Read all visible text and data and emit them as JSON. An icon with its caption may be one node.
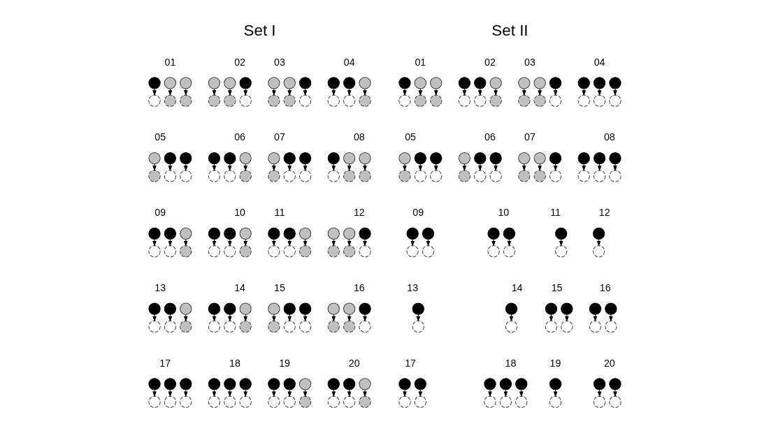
{
  "diagram": {
    "nodes": [
      {
        "text": [],
        "shape": "circle"
      },
      {
        "text": [],
        "shape": "circle"
      },
      {
        "text": [],
        "shape": "circle"
      },
      {
        "text": [],
        "shape": "circle"
      },
      {
        "text": [],
        "shape": "circle"
      },
      {
        "text": [],
        "shape": "circle"
      },
      {
        "text": [],
        "shape": "circle"
      },
      {
        "text": [],
        "shape": "circle"
      },
      {
        "text": [],
        "shape": "circle"
      },
      {
        "text": [],
        "shape": "circle"
      },
      {
        "text": [],
        "shape": "circle"
      },
      {
        "text": [],
        "shape": "circle"
      },
      {
        "text": [],
        "shape": "circle"
      },
      {
        "text": [],
        "shape": "circle"
      },
      {
        "text": [],
        "shape": "circle"
      },
      {
        "text": [],
        "shape": "circle"
      },
      {
        "text": [],
        "shape": "circle"
      },
      {
        "text": [],
        "shape": "circle"
      },
      {
        "text": [],
        "shape": "circle"
      },
      {
        "text": [],
        "shape": "circle"
      },
      {
        "text": [],
        "shape": "circle"
      },
      {
        "text": [],
        "shape": "circle"
      },
      {
        "text": [],
        "shape": "circle"
      },
      {
        "text": [],
        "shape": "circle"
      },
      {
        "text": [],
        "shape": "circle"
      },
      {
        "text": [],
        "shape": "circle"
      },
      {
        "text": [],
        "shape": "circle"
      },
      {
        "text": [],
        "shape": "circle"
      },
      {
        "text": [],
        "shape": "circle"
      },
      {
        "text": [],
        "shape": "circle"
      },
      {
        "text": [],
        "shape": "circle"
      },
      {
        "text": [],
        "shape": "circle"
      },
      {
        "text": [],
        "shape": "circle"
      },
      {
        "text": [],
        "shape": "circle"
      },
      {
        "text": [],
        "shape": "circle"
      },
      {
        "text": [],
        "shape": "circle"
      },
      {
        "text": [],
        "shape": "circle"
      },
      {
        "text": [],
        "shape": "circle"
      },
      {
        "text": [],
        "shape": "circle"
      },
      {
        "text": [],
        "shape": "circle"
      },
      {
        "text": [],
        "shape": "circle"
      },
      {
        "text": [],
        "shape": "circle"
      },
      {
        "text": [],
        "shape": "circle"
      },
      {
        "text": [],
        "shape": "circle"
      },
      {
        "text": [],
        "shape": "circle"
      },
      {
        "text": [],
        "shape": "circle"
      },
      {
        "text": [],
        "shape": "circle"
      },
      {
        "text": [],
        "shape": "circle"
      },
      {
        "text": [],
        "shape": "circle"
      },
      {
        "text": [],
        "shape": "circle"
      },
      {
        "text": [],
        "shape": "circle"
      },
      {
        "text": [],
        "shape": "circle"
      },
      {
        "text": [],
        "shape": "circle"
      },
      {
        "text": [],
        "shape": "circle"
      },
      {
        "text": [],
        "shape": "circle"
      },
      {
        "text": [],
        "shape": "circle"
      },
      {
        "text": [],
        "shape": "circle"
      },
      {
        "text": [],
        "shape": "circle"
      },
      {
        "text": [],
        "shape": "circle"
      },
      {
        "text": [],
        "shape": "circle"
      },
      {
        "text": [],
        "shape": "circle"
      },
      {
        "text": [],
        "shape": "circle"
      },
      {
        "text": [],
        "shape": "circle"
      },
      {
        "text": [],
        "shape": "circle"
      },
      {
        "text": [],
        "shape": "circle"
      },
      {
        "text": [],
        "shape": "circle"
      },
      {
        "text": [],
        "shape": "circle"
      },
      {
        "text": [],
        "shape": "circle"
      },
      {
        "text": [],
        "shape": "circle"
      },
      {
        "text": [],
        "shape": "circle"
      },
      {
        "text": [],
        "shape": "circle"
      },
      {
        "text": [],
        "shape": "circle"
      },
      {
        "text": [],
        "shape": "circle"
      },
      {
        "text": [],
        "shape": "circle"
      },
      {
        "text": [],
        "shape": "circle"
      },
      {
        "text": [],
        "shape": "circle"
      },
      {
        "text": [],
        "shape": "circle"
      },
      {
        "text": [],
        "shape": "circle"
      },
      {
        "text": [],
        "shape": "circle"
      },
      {
        "text": [],
        "shape": "circle"
      },
      {
        "text": [],
        "shape": "circle"
      },
      {
        "text": [],
        "shape": "circle"
      },
      {
        "text": [],
        "shape": "circle"
      },
      {
        "text": [],
        "shape": "circle"
      },
      {
        "text": [],
        "shape": "circle"
      },
      {
        "text": [],
        "shape": "circle"
      },
      {
        "text": [],
        "shape": "circle"
      },
      {
        "text": [],
        "shape": "circle"
      },
      {
        "text": [],
        "shape": "circle"
      },
      {
        "text": [],
        "shape": "circle"
      },
      {
        "text": [],
        "shape": "circle"
      },
      {
        "text": [],
        "shape": "circle"
      },
      {
        "text": [],
        "shape": "circle"
      },
      {
        "text": [],
        "shape": "circle"
      },
      {
        "text": [],
        "shape": "circle"
      },
      {
        "text": [],
        "shape": "circle"
      },
      {
        "text": [],
        "shape": "circle"
      },
      {
        "text": [],
        "shape": "circle"
      },
      {
        "text": [],
        "shape": "circle"
      },
      {
        "text": [],
        "shape": "circle"
      },
      {
        "text": [],
        "shape": "circle"
      },
      {
        "text": [],
        "shape": "circle"
      },
      {
        "text": [],
        "shape": "circle"
      },
      {
        "text": [],
        "shape": "circle"
      },
      {
        "text": [],
        "shape": "circle"
      },
      {
        "text": [],
        "shape": "circle"
      },
      {
        "text": [],
        "shape": "circle"
      },
      {
        "text": [],
        "shape": "circle"
      },
      {
        "text": [],
        "shape": "circle"
      },
      {
        "text": [],
        "shape": "circle"
      },
      {
        "text": [],
        "shape": "circle"
      },
      {
        "text": [],
        "shape": "circle"
      },
      {
        "text": [],
        "shape": "circle"
      },
      {
        "text": [],
        "shape": "circle"
      },
      {
        "text": [],
        "shape": "circle"
      },
      {
        "text": [],
        "shape": "circle"
      },
      {
        "text": [],
        "shape": "circle"
      },
      {
        "text": [],
        "shape": "circle"
      },
      {
        "text": [],
        "shape": "circle"
      },
      {
        "text": [],
        "shape": "circle"
      },
      {
        "text": [],
        "shape": "circle"
      },
      {
        "text": [],
        "shape": "circle"
      },
      {
        "text": [],
        "shape": "circle"
      },
      {
        "text": [],
        "shape": "circle"
      },
      {
        "text": [],
        "shape": "circle"
      },
      {
        "text": [],
        "shape": "circle"
      },
      {
        "text": [],
        "shape": "circle"
      },
      {
        "text": [],
        "shape": "circle"
      },
      {
        "text": [],
        "shape": "circle"
      },
      {
        "text": [],
        "shape": "circle"
      },
      {
        "text": [],
        "shape": "circle"
      },
      {
        "text": [],
        "shape": "circle"
      },
      {
        "text": [],
        "shape": "circle"
      },
      {
        "text": [],
        "shape": "circle"
      },
      {
        "text": [],
        "shape": "circle"
      },
      {
        "text": [],
        "shape": "circle"
      },
      {
        "text": [],
        "shape": "circle"
      },
      {
        "text": [],
        "shape": "circle"
      },
      {
        "text": [],
        "shape": "circle"
      },
      {
        "text": [],
        "shape": "circle"
      },
      {
        "text": [],
        "shape": "circle"
      },
      {
        "text": [],
        "shape": "circle"
      },
      {
        "text": [],
        "shape": "circle"
      },
      {
        "text": [],
        "shape": "circle"
      },
      {
        "text": [],
        "shape": "circle"
      },
      {
        "text": [],
        "shape": "circle"
      },
      {
        "text": [],
        "shape": "circle"
      },
      {
        "text": [],
        "shape": "circle"
      },
      {
        "text": [],
        "shape": "circle"
      },
      {
        "text": [],
        "shape": "circle"
      },
      {
        "text": [],
        "shape": "circle"
      },
      {
        "text": [],
        "shape": "circle"
      },
      {
        "text": [],
        "shape": "circle"
      },
      {
        "text": [],
        "shape": "circle"
      },
      {
        "text": [],
        "shape": "circle"
      },
      {
        "text": [],
        "shape": "circle"
      },
      {
        "text": [],
        "shape": "circle"
      },
      {
        "text": [],
        "shape": "circle"
      },
      {
        "text": [],
        "shape": "circle"
      },
      {
        "text": [],
        "shape": "circle"
      },
      {
        "text": [],
        "shape": "circle"
      },
      {
        "text": [],
        "shape": "circle"
      },
      {
        "text": [],
        "shape": "circle"
      },
      {
        "text": [],
        "shape": "circle"
      },
      {
        "text": [],
        "shape": "circle"
      },
      {
        "text": [],
        "shape": "circle"
      },
      {
        "text": [],
        "shape": "circle"
      },
      {
        "text": [],
        "shape": "circle"
      },
      {
        "text": [],
        "shape": "circle"
      },
      {
        "text": [],
        "shape": "circle"
      },
      {
        "text": [],
        "shape": "circle"
      },
      {
        "text": [],
        "shape": "circle"
      },
      {
        "text": [],
        "shape": "circle"
      },
      {
        "text": [],
        "shape": "circle"
      },
      {
        "text": [],
        "shape": "circle"
      },
      {
        "text": [],
        "shape": "circle"
      },
      {
        "text": [],
        "shape": "circle"
      },
      {
        "text": [],
        "shape": "circle"
      },
      {
        "text": [],
        "shape": "circle"
      },
      {
        "text": [],
        "shape": "circle"
      },
      {
        "text": [],
        "shape": "circle"
      },
      {
        "text": [],
        "shape": "circle"
      },
      {
        "text": [],
        "shape": "circle"
      },
      {
        "text": [],
        "shape": "circle"
      },
      {
        "text": [],
        "shape": "circle"
      },
      {
        "text": [],
        "shape": "circle"
      },
      {
        "text": [],
        "shape": "circle"
      },
      {
        "text": [],
        "shape": "circle"
      },
      {
        "text": [],
        "shape": "circle"
      },
      {
        "text": [],
        "shape": "circle"
      },
      {
        "text": [],
        "shape": "circle"
      },
      {
        "text": [],
        "shape": "circle"
      },
      {
        "text": [],
        "shape": "circle"
      },
      {
        "text": [],
        "shape": "circle"
      },
      {
        "text": [],
        "shape": "circle"
      },
      {
        "text": [],
        "shape": "circle"
      },
      {
        "text": [],
        "shape": "circle"
      },
      {
        "text": [],
        "shape": "circle"
      },
      {
        "text": [],
        "shape": "circle"
      },
      {
        "text": [],
        "shape": "circle"
      },
      {
        "text": [],
        "shape": "circle"
      },
      {
        "text": [],
        "shape": "circle"
      },
      {
        "text": [],
        "shape": "circle"
      },
      {
        "text": [],
        "shape": "circle"
      },
      {
        "text": [],
        "shape": "circle"
      },
      {
        "text": [],
        "shape": "circle"
      },
      {
        "text": [],
        "shape": "circle"
      },
      {
        "text": [],
        "shape": "circle"
      }
    ],
    "edges": [
      {
        "from": 1,
        "to": 0,
        "arrow": "to"
      },
      {
        "from": 2,
        "to": 4,
        "arrow": "to"
      },
      {
        "from": 3,
        "to": 5,
        "arrow": "to"
      },
      {
        "from": 9,
        "to": 8,
        "arrow": "to"
      },
      {
        "from": 6,
        "to": 10,
        "arrow": "to"
      },
      {
        "from": 7,
        "to": 11,
        "arrow": "to"
      },
      {
        "from": 15,
        "to": 14,
        "arrow": "to"
      },
      {
        "from": 12,
        "to": 16,
        "arrow": "to"
      },
      {
        "from": 13,
        "to": 17,
        "arrow": "to"
      },
      {
        "from": 21,
        "to": 20,
        "arrow": "to"
      },
      {
        "from": 18,
        "to": 22,
        "arrow": "to"
      },
      {
        "from": 19,
        "to": 23,
        "arrow": "to"
      },
      {
        "from": 26,
        "to": 25,
        "arrow": "to"
      },
      {
        "from": 28,
        "to": 27,
        "arrow": "to"
      },
      {
        "from": 24,
        "to": 29,
        "arrow": "to"
      },
      {
        "from": 32,
        "to": 31,
        "arrow": "to"
      },
      {
        "from": 34,
        "to": 33,
        "arrow": "to"
      },
      {
        "from": 35,
        "to": 30,
        "arrow": "to"
      },
      {
        "from": 36,
        "to": 37,
        "arrow": "to"
      },
      {
        "from": 39,
        "to": 38,
        "arrow": "to"
      },
      {
        "from": 41,
        "to": 40,
        "arrow": "to"
      },
      {
        "from": 42,
        "to": 43,
        "arrow": "to"
      },
      {
        "from": 45,
        "to": 44,
        "arrow": "to"
      },
      {
        "from": 47,
        "to": 46,
        "arrow": "to"
      },
      {
        "from": 48,
        "to": 52,
        "arrow": "to"
      },
      {
        "from": 49,
        "to": 53,
        "arrow": "to"
      },
      {
        "from": 50,
        "to": 51,
        "arrow": "to"
      },
      {
        "from": 54,
        "to": 58,
        "arrow": "to"
      },
      {
        "from": 55,
        "to": 59,
        "arrow": "to"
      },
      {
        "from": 56,
        "to": 57,
        "arrow": "to"
      },
      {
        "from": 62,
        "to": 63,
        "arrow": "to"
      },
      {
        "from": 60,
        "to": 64,
        "arrow": "to"
      },
      {
        "from": 61,
        "to": 65,
        "arrow": "to"
      },
      {
        "from": 68,
        "to": 69,
        "arrow": "to"
      },
      {
        "from": 66,
        "to": 70,
        "arrow": "to"
      },
      {
        "from": 67,
        "to": 71,
        "arrow": "to"
      },
      {
        "from": 72,
        "to": 75,
        "arrow": "to"
      },
      {
        "from": 73,
        "to": 76,
        "arrow": "to"
      },
      {
        "from": 74,
        "to": 77,
        "arrow": "to"
      },
      {
        "from": 78,
        "to": 82,
        "arrow": "to"
      },
      {
        "from": 79,
        "to": 83,
        "arrow": "to"
      },
      {
        "from": 80,
        "to": 81,
        "arrow": "to"
      },
      {
        "from": 85,
        "to": 87,
        "arrow": "to"
      },
      {
        "from": 86,
        "to": 88,
        "arrow": "to"
      },
      {
        "from": 84,
        "to": 89,
        "arrow": "to"
      },
      {
        "from": 90,
        "to": 94,
        "arrow": "to"
      },
      {
        "from": 91,
        "to": 95,
        "arrow": "to"
      },
      {
        "from": 92,
        "to": 93,
        "arrow": "to"
      },
      {
        "from": 98,
        "to": 96,
        "arrow": "to"
      },
      {
        "from": 99,
        "to": 97,
        "arrow": "to"
      },
      {
        "from": 100,
        "to": 101,
        "arrow": "to"
      },
      {
        "from": 102,
        "to": 104,
        "arrow": "to"
      },
      {
        "from": 103,
        "to": 105,
        "arrow": "to"
      },
      {
        "from": 107,
        "to": 106,
        "arrow": "to"
      },
      {
        "from": 108,
        "to": 110,
        "arrow": "to"
      },
      {
        "from": 109,
        "to": 111,
        "arrow": "to"
      },
      {
        "from": 113,
        "to": 112,
        "arrow": "to"
      },
      {
        "from": 114,
        "to": 116,
        "arrow": "to"
      },
      {
        "from": 115,
        "to": 117,
        "arrow": "to"
      },
      {
        "from": 119,
        "to": 118,
        "arrow": "to"
      },
      {
        "from": 121,
        "to": 120,
        "arrow": "to"
      },
      {
        "from": 122,
        "to": 124,
        "arrow": "to"
      },
      {
        "from": 123,
        "to": 125,
        "arrow": "to"
      },
      {
        "from": 126,
        "to": 130,
        "arrow": "to"
      },
      {
        "from": 127,
        "to": 131,
        "arrow": "to"
      },
      {
        "from": 128,
        "to": 129,
        "arrow": "to"
      },
      {
        "from": 134,
        "to": 135,
        "arrow": "to"
      },
      {
        "from": 132,
        "to": 136,
        "arrow": "to"
      },
      {
        "from": 133,
        "to": 137,
        "arrow": "to"
      },
      {
        "from": 140,
        "to": 138,
        "arrow": "to"
      },
      {
        "from": 141,
        "to": 139,
        "arrow": "to"
      },
      {
        "from": 142,
        "to": 143,
        "arrow": "to"
      },
      {
        "from": 146,
        "to": 145,
        "arrow": "to"
      },
      {
        "from": 148,
        "to": 147,
        "arrow": "to"
      },
      {
        "from": 144,
        "to": 149,
        "arrow": "to"
      },
      {
        "from": 151,
        "to": 153,
        "arrow": "to"
      },
      {
        "from": 152,
        "to": 154,
        "arrow": "to"
      },
      {
        "from": 150,
        "to": 155,
        "arrow": "to"
      },
      {
        "from": 156,
        "to": 160,
        "arrow": "to"
      },
      {
        "from": 157,
        "to": 161,
        "arrow": "to"
      },
      {
        "from": 158,
        "to": 159,
        "arrow": "to"
      },
      {
        "from": 162,
        "to": 164,
        "arrow": "to"
      },
      {
        "from": 163,
        "to": 165,
        "arrow": "to"
      },
      {
        "from": 167,
        "to": 166,
        "arrow": "to"
      },
      {
        "from": 169,
        "to": 168,
        "arrow": "to"
      },
      {
        "from": 170,
        "to": 171,
        "arrow": "to"
      },
      {
        "from": 172,
        "to": 173,
        "arrow": "to"
      },
      {
        "from": 175,
        "to": 174,
        "arrow": "to"
      },
      {
        "from": 176,
        "to": 177,
        "arrow": "to"
      },
      {
        "from": 178,
        "to": 179,
        "arrow": "to"
      },
      {
        "from": 180,
        "to": 181,
        "arrow": "to"
      },
      {
        "from": 182,
        "to": 183,
        "arrow": "to"
      },
      {
        "from": 184,
        "to": 186,
        "arrow": "to"
      },
      {
        "from": 185,
        "to": 187,
        "arrow": "to"
      },
      {
        "from": 189,
        "to": 188,
        "arrow": "to"
      },
      {
        "from": 191,
        "to": 190,
        "arrow": "to"
      },
      {
        "from": 192,
        "to": 194,
        "arrow": "to"
      },
      {
        "from": 193,
        "to": 195,
        "arrow": "to"
      },
      {
        "from": 196,
        "to": 197,
        "arrow": "to"
      },
      {
        "from": 198,
        "to": 199,
        "arrow": "to"
      },
      {
        "from": 200,
        "to": 201,
        "arrow": "to"
      },
      {
        "from": 202,
        "to": 203,
        "arrow": "to"
      },
      {
        "from": 205,
        "to": 204,
        "arrow": "to"
      },
      {
        "from": 207,
        "to": 206,
        "arrow": "to"
      }
    ],
    "labels": [
      "Set I",
      "01",
      "02",
      "03",
      "04",
      "05",
      "06",
      "07",
      "08",
      "09",
      "10",
      "11",
      "12",
      "13",
      "14",
      "15",
      "16",
      "17",
      "18",
      "19",
      "20",
      "Set II",
      "01",
      "02",
      "03",
      "04",
      "05",
      "06",
      "07",
      "08",
      "09",
      "10",
      "11",
      "12",
      "13",
      "14",
      "15",
      "16",
      "17",
      "18",
      "19",
      "20"
    ]
  }
}
